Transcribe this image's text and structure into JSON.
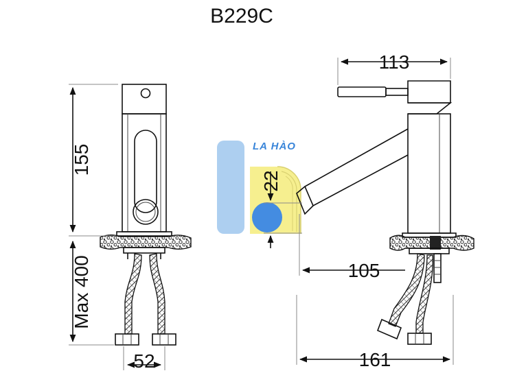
{
  "drawing": {
    "title": "B229C",
    "watermark_text": "LA HÀO",
    "dimensions": {
      "front_height": "155",
      "hose_length": "Max 400",
      "hose_spacing": "52",
      "spout_reach": "113",
      "handle_height": "22",
      "outlet_reach": "105",
      "total_depth": "161"
    }
  },
  "colors": {
    "line": "#111111",
    "watermark_blue": "#2f7fd8",
    "watermark_light_blue": "#a9cdf0",
    "watermark_yellow": "#f6ef8a"
  }
}
